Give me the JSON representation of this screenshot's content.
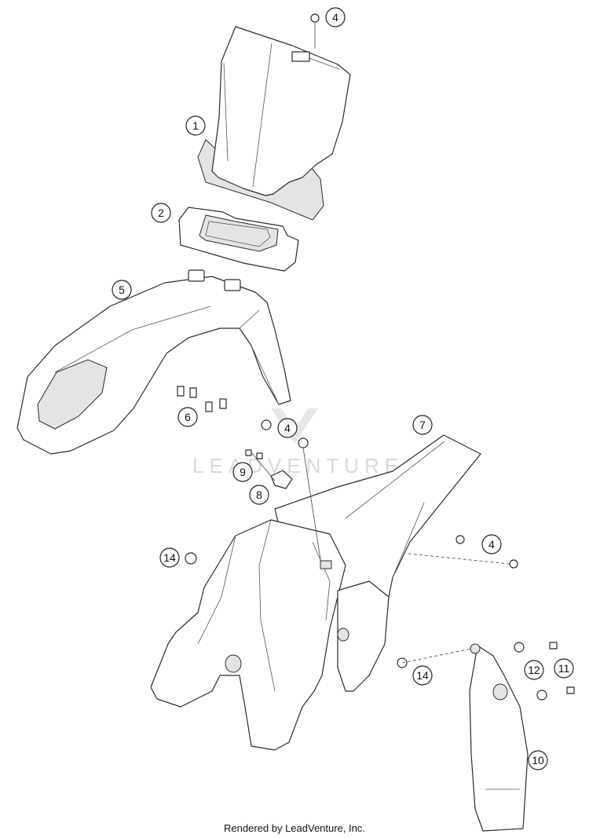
{
  "callouts": [
    {
      "id": "callout-1",
      "label": "1"
    },
    {
      "id": "callout-2",
      "label": "2"
    },
    {
      "id": "callout-4a",
      "label": "4"
    },
    {
      "id": "callout-4b",
      "label": "4"
    },
    {
      "id": "callout-4c",
      "label": "4"
    },
    {
      "id": "callout-5",
      "label": "5"
    },
    {
      "id": "callout-6",
      "label": "6"
    },
    {
      "id": "callout-7",
      "label": "7"
    },
    {
      "id": "callout-8",
      "label": "8"
    },
    {
      "id": "callout-9",
      "label": "9"
    },
    {
      "id": "callout-10",
      "label": "10"
    },
    {
      "id": "callout-11",
      "label": "11"
    },
    {
      "id": "callout-12",
      "label": "12"
    },
    {
      "id": "callout-14a",
      "label": "14"
    },
    {
      "id": "callout-14b",
      "label": "14"
    }
  ],
  "watermark": {
    "text": "LEADVENTURE"
  },
  "footer": {
    "credit": "Rendered by LeadVenture, Inc."
  }
}
